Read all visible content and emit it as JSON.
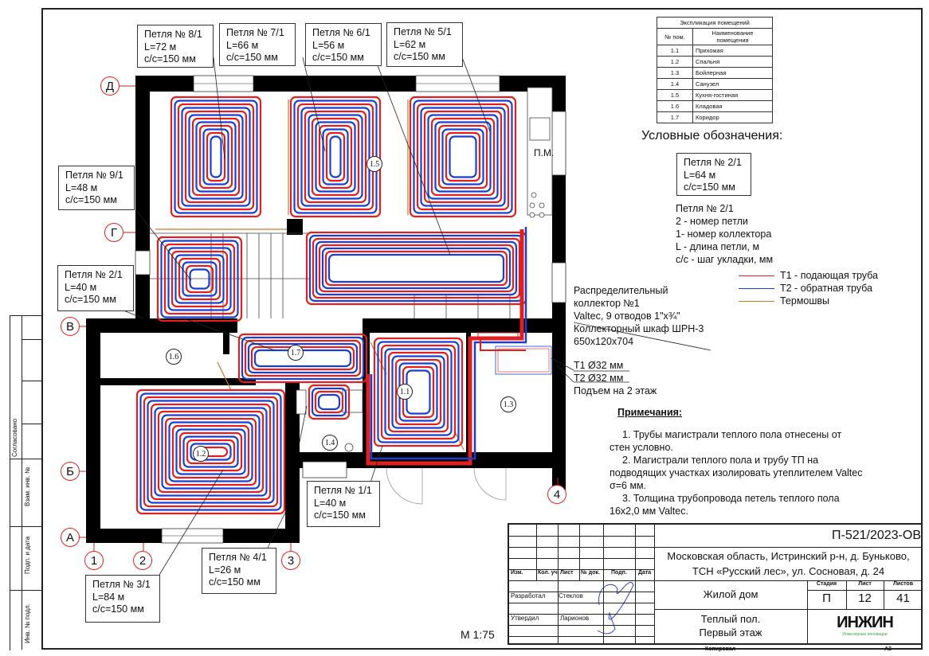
{
  "explication": {
    "title": "Экспликация помещений",
    "col_num": "№ пом.",
    "col_name": "Наименование помещения",
    "rows": [
      {
        "num": "1.1",
        "name": "Прихожая"
      },
      {
        "num": "1.2",
        "name": "Спальня"
      },
      {
        "num": "1.3",
        "name": "Бойлерная"
      },
      {
        "num": "1.4",
        "name": "Санузел"
      },
      {
        "num": "1.5",
        "name": "Кухня-гостиная"
      },
      {
        "num": "1.6",
        "name": "Кладовая"
      },
      {
        "num": "1.7",
        "name": "Коридор"
      }
    ]
  },
  "loops": [
    {
      "id": "8/1",
      "title": "Петля № 8/1",
      "length": "L=72 м",
      "step": "с/с=150 мм"
    },
    {
      "id": "7/1",
      "title": "Петля № 7/1",
      "length": "L=66 м",
      "step": "с/с=150 мм"
    },
    {
      "id": "6/1",
      "title": "Петля № 6/1",
      "length": "L=56 м",
      "step": "с/с=150 мм"
    },
    {
      "id": "5/1",
      "title": "Петля № 5/1",
      "length": "L=62 м",
      "step": "с/с=150 мм"
    },
    {
      "id": "9/1",
      "title": "Петля № 9/1",
      "length": "L=48 м",
      "step": "с/с=150 мм"
    },
    {
      "id": "2/1",
      "title": "Петля № 2/1",
      "length": "L=40 м",
      "step": "с/с=150 мм"
    },
    {
      "id": "1/1",
      "title": "Петля № 1/1",
      "length": "L=40 м",
      "step": "с/с=150 мм"
    },
    {
      "id": "3/1",
      "title": "Петля № 3/1",
      "length": "L=84 м",
      "step": "с/с=150 мм"
    },
    {
      "id": "4/1",
      "title": "Петля № 4/1",
      "length": "L=26 м",
      "step": "с/с=150 мм"
    }
  ],
  "axes": {
    "rows": [
      "Д",
      "Г",
      "В",
      "Б",
      "А"
    ],
    "cols": [
      "1",
      "2",
      "3",
      "4"
    ]
  },
  "rooms": [
    "1.1",
    "1.2",
    "1.3",
    "1.4",
    "1.5",
    "1.6",
    "1.7"
  ],
  "fixtures": {
    "fridge_label": "П.М."
  },
  "legend": {
    "title": "Условные обозначения:",
    "sample": {
      "title": "Петля № 2/1",
      "length": "L=64 м",
      "step": "с/с=150 мм"
    },
    "explain": [
      "Петля № 2/1",
      "2 - номер петли",
      "1- номер коллектора",
      "L - длина петли, м",
      "с/с - шаг укладки, мм"
    ],
    "pipes": [
      {
        "label": "Т1 - подающая труба",
        "color": "#e02020"
      },
      {
        "label": "Т2 - обратная труба",
        "color": "#1a3fd0"
      },
      {
        "label": "Термошвы",
        "color": "#c87a2a"
      }
    ]
  },
  "collector": {
    "lines": [
      "Распределительный",
      "коллектор №1",
      "Valtec, 9 отводов 1\"х¾\"",
      "Коллекторный шкаф ШРН-3",
      "650х120х704"
    ],
    "t1": "Т1 Ø32 мм",
    "t2": "Т2 Ø32 мм",
    "riser": "Подъем на 2 этаж"
  },
  "notes": {
    "title": "Примечания:",
    "items": [
      "1.    Трубы магистрали теплого пола отнесены от стен условно.",
      "2.    Магистрали теплого пола и трубу ТП на подводящих участках изолировать утеплителем Valtec σ=6 мм.",
      "3.    Толщина трубопровода петель теплого пола 16х2,0 мм Valtec."
    ]
  },
  "scale": "М 1:75",
  "titleblock": {
    "code": "П-521/2023-ОВ",
    "address_1": "Московская область, Истринский р-н, д. Буньково,",
    "address_2": "ТСН «Русский лес», ул. Сосновая, д. 24",
    "headers": [
      "Изм.",
      "Кол. уч.",
      "Лист",
      "№ док.",
      "Подп.",
      "Дата"
    ],
    "developed_label": "Разработал",
    "developed_name": "Стеклов",
    "approved_label": "Утвердил",
    "approved_name": "Ларионов",
    "building": "Жилой дом",
    "stage_h": "Стадия",
    "sheet_h": "Лист",
    "sheets_h": "Листов",
    "stage": "П",
    "sheet": "12",
    "sheets": "41",
    "drawing_1": "Теплый пол.",
    "drawing_2": "Первый этаж",
    "logo": "ИНЖИН",
    "logo_sub": "Инженерные инновации",
    "copied": "Копировал",
    "format": "А3"
  },
  "side_strip": {
    "agreed": "Согласовано",
    "inv_replace": "Взам. инв. №",
    "sign_date": "Подп. и дата",
    "inv_orig": "Инв. № подл."
  },
  "colors": {
    "supply": "#e02020",
    "return": "#1a3fd0",
    "joint": "#c87a2a",
    "wall": "#000000",
    "axis": "#d22222"
  }
}
